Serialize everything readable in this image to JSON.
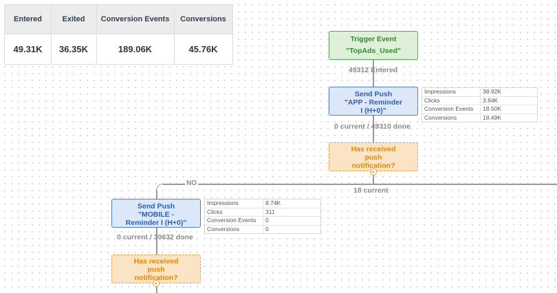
{
  "summary": {
    "headers": [
      "Entered",
      "Exited",
      "Conversion Events",
      "Conversions"
    ],
    "values": [
      "49.31K",
      "36.35K",
      "189.06K",
      "45.76K"
    ]
  },
  "trigger": {
    "title": "Trigger Event",
    "name": "\"TopAds_Used\"",
    "caption": "49312 Entered"
  },
  "push1": {
    "title": "Send Push",
    "line1": "\"APP - Reminder",
    "line2": "I (H+0)\"",
    "caption": "0 current / 49310 done",
    "stats": [
      {
        "label": "Impressions",
        "value": "38.92K"
      },
      {
        "label": "Clicks",
        "value": "3.84K"
      },
      {
        "label": "Conversion Events",
        "value": "18.50K"
      },
      {
        "label": "Conversions",
        "value": "18.49K"
      }
    ]
  },
  "cond1": {
    "line1": "Has received",
    "line2": "push",
    "line3": "notification?",
    "caption": "18 current",
    "no_label": "NO"
  },
  "push2": {
    "title": "Send Push",
    "line1": "\"MOBILE -",
    "line2": "Reminder I (H+0)\"",
    "caption": "0 current / 30632 done",
    "stats": [
      {
        "label": "Impressions",
        "value": "8.74K"
      },
      {
        "label": "Clicks",
        "value": "311"
      },
      {
        "label": "Conversion Events",
        "value": "0"
      },
      {
        "label": "Conversions",
        "value": "0"
      }
    ]
  },
  "cond2": {
    "line1": "Has received",
    "line2": "push",
    "line3": "notification?"
  }
}
